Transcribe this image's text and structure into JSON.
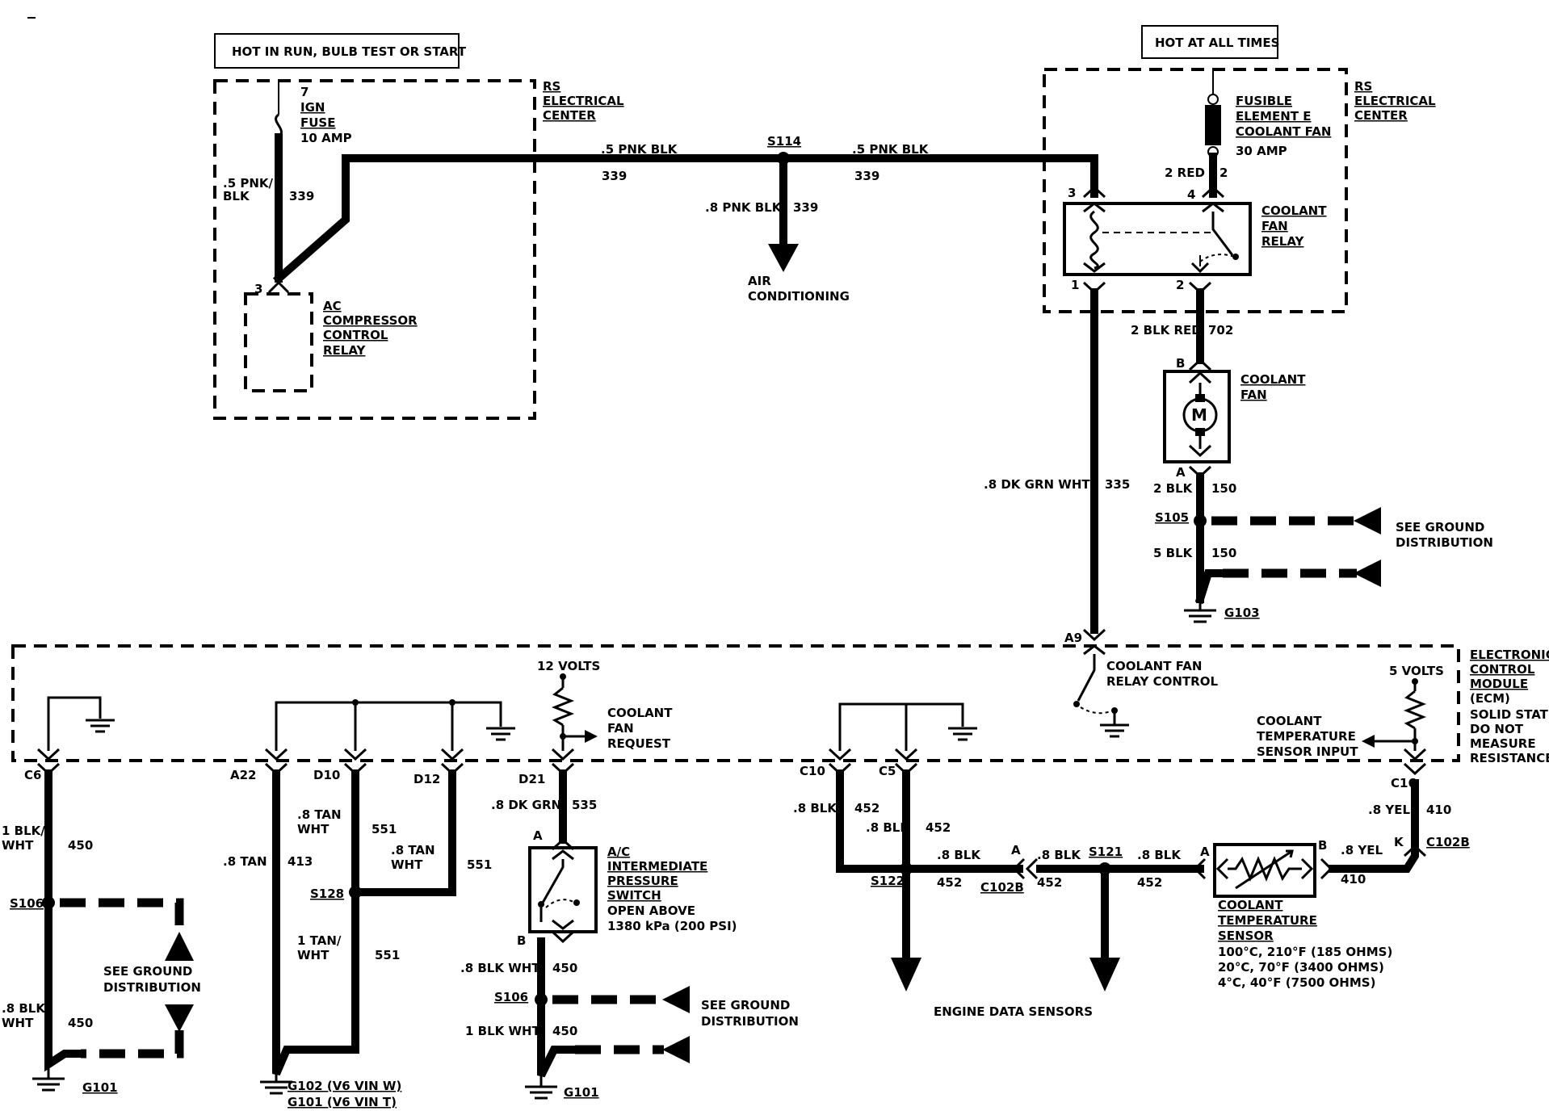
{
  "power": {
    "run_label": "HOT IN RUN, BULB TEST OR START",
    "always_label": "HOT AT ALL TIMES"
  },
  "rs_center": [
    "RS",
    "ELECTRICAL",
    "CENTER"
  ],
  "ign_fuse": {
    "pin": "7",
    "name": [
      "IGN",
      "FUSE"
    ],
    "rating": "10 AMP"
  },
  "fusible": {
    "name": [
      "FUSIBLE",
      "ELEMENT E",
      "COOLANT FAN"
    ],
    "rating": "30 AMP"
  },
  "ac_relay": {
    "pin": "3",
    "name": [
      "AC",
      "COMPRESSOR",
      "CONTROL",
      "RELAY"
    ]
  },
  "fan_relay": {
    "name": [
      "COOLANT",
      "FAN",
      "RELAY"
    ],
    "pins": [
      "3",
      "4",
      "1",
      "2"
    ]
  },
  "fan_motor": {
    "name": [
      "COOLANT",
      "FAN"
    ],
    "symbol": "M",
    "pin_b": "B",
    "pin_a": "A"
  },
  "splices": {
    "s114": "S114",
    "s105": "S105",
    "s106_left": "S106",
    "s128": "S128",
    "s106_mid": "S106",
    "s122": "S122",
    "s121": "S121"
  },
  "grounds": {
    "g103": "G103",
    "g101_left": "G101",
    "g102": "G102 (V6 VIN W)",
    "g101_vin": "G101 (V6 VIN T)",
    "g101_mid": "G101"
  },
  "wires": {
    "w1_color": ".5 PNK/",
    "w1_color2": "BLK",
    "w1_num": "339",
    "w2_color": ".5 PNK BLK",
    "w2_num": "339",
    "w3_color": ".5 PNK BLK",
    "w3_num": "339",
    "w4_color": ".8 PNK BLK",
    "w4_num": "339",
    "w5_color": "2 RED",
    "w5_pin": "2",
    "w6_color": "2 BLK RED",
    "w6_num": "702",
    "w7_color": ".8 DK GRN WHT",
    "w7_num": "335",
    "w8_color": "2 BLK",
    "w8_num": "150",
    "w9_color": "5 BLK",
    "w9_num": "150",
    "c6_a": "1 BLK/",
    "c6_b": "WHT",
    "c6_num": "450",
    "c6b_a": ".8 BLK/",
    "c6b_b": "WHT",
    "c6b_num": "450",
    "a22_color": ".8 TAN",
    "a22_num": "413",
    "d10_a": ".8 TAN",
    "d10_b": "WHT",
    "d10_num": "551",
    "d12_a": ".8 TAN",
    "d12_b": "WHT",
    "d12_num": "551",
    "s128_a": "1 TAN/",
    "s128_b": "WHT",
    "s128_num": "551",
    "d21_color": ".8 DK GRN",
    "d21_num": "535",
    "sw_b_color": ".8 BLK WHT",
    "sw_b_num": "450",
    "s106m_color": "1 BLK WHT",
    "s106m_num": "450",
    "c10_color": ".8 BLK",
    "c10_num": "452",
    "c5_color": ".8 BLK",
    "c5_num": "452",
    "s122_color": ".8 BLK",
    "s122_num": "452",
    "c102b_color": ".8 BLK",
    "c102b_num": "452",
    "s121_color": ".8 BLK",
    "s121_num": "452",
    "sensor_b_color": ".8 YEL",
    "sensor_b_num": "410",
    "c16_color": ".8 YEL",
    "c16_num": "410"
  },
  "ground_dist": [
    "SEE GROUND",
    "DISTRIBUTION"
  ],
  "ac_label": [
    "AIR",
    "CONDITIONING"
  ],
  "ecm": {
    "name": [
      "ELECTRONIC",
      "CONTROL",
      "MODULE",
      "(ECM)",
      "SOLID STATE",
      "DO NOT",
      "MEASURE",
      "RESISTANCE"
    ],
    "relay_control": [
      "COOLANT FAN",
      "RELAY CONTROL"
    ],
    "volts12": "12 VOLTS",
    "volts5": "5 VOLTS",
    "fan_request": [
      "COOLANT",
      "FAN",
      "REQUEST"
    ],
    "temp_input": [
      "COOLANT",
      "TEMPERATURE",
      "SENSOR INPUT"
    ]
  },
  "pins": {
    "a9": "A9",
    "c6": "C6",
    "a22": "A22",
    "d10": "D10",
    "d12": "D12",
    "d21": "D21",
    "c10": "C10",
    "c5": "C5",
    "c16": "C16",
    "sw_a": "A",
    "sw_b": "B",
    "conn_a1": "A",
    "conn_a2": "A",
    "sensor_b": "B",
    "k": "K",
    "c102b_left": "C102B",
    "c102b_right": "C102B"
  },
  "pressure_switch": {
    "name": [
      "A/C",
      "INTERMEDIATE",
      "PRESSURE",
      "SWITCH"
    ],
    "spec": [
      "OPEN ABOVE",
      "1380 kPa (200 PSI)"
    ]
  },
  "temp_sensor": {
    "name": [
      "COOLANT",
      "TEMPERATURE",
      "SENSOR"
    ],
    "specs": [
      "100°C, 210°F (185 OHMS)",
      "20°C, 70°F (3400 OHMS)",
      "4°C, 40°F (7500 OHMS)"
    ]
  },
  "engine_sensors": "ENGINE DATA SENSORS"
}
